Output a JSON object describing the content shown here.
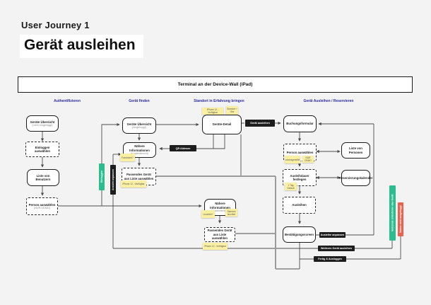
{
  "title": {
    "kicker": "User Journey 1",
    "heading": "Gerät ausleihen"
  },
  "frame": {
    "label": "Terminal an der Device-Wall (iPad)"
  },
  "columns": [
    {
      "label": "Authentifizieren"
    },
    {
      "label": "Gerät finden"
    },
    {
      "label": "Standort in Erfahrung bringen"
    },
    {
      "label": "Gerät Ausleihen / Reservieren"
    }
  ],
  "nodes": {
    "a1": {
      "l1": "Geräte Übersicht",
      "l2": "(nicht eingeloggt)"
    },
    "a2": {
      "l1": "Einloggen auswählen"
    },
    "a3": {
      "l1": "Liste von Benutzern"
    },
    "a4": {
      "l1": "Person auswählen",
      "l2": "(NUR DEMO)"
    },
    "b1": {
      "l1": "Geräte Übersicht",
      "l2": "(eingeloggt)"
    },
    "b2": {
      "l1": "Nähere Informationen",
      "l2": "(Kontextmenü)"
    },
    "b3": {
      "l1": "Passendes Gerät aus Liste auswählen"
    },
    "c1": {
      "l1": "Geräte-Detail"
    },
    "c2": {
      "l1": "Nähere Informationen",
      "l2": "(Kontextmenü)"
    },
    "c3": {
      "l1": "Passendes Gerät aus Liste auswählen"
    },
    "d1": {
      "l1": "Buchungsformular"
    },
    "d2": {
      "l1": "Person auswählen"
    },
    "d3": {
      "l1": "Ausleihdauer festlegen"
    },
    "d4": {
      "l1": "Ausleihen"
    },
    "d5": {
      "l1": "Bestätigungsscreen"
    },
    "e1": {
      "l1": "Liste von Personen"
    },
    "e2": {
      "l1": "Reservierungskalender"
    }
  },
  "badges": {
    "einloggen": "Einloggen",
    "ansicht_anpassen": "Ansicht anpassen",
    "qr_ablesen": "QR Ablesen",
    "geraet_ausleihen": "Gerät ausleihen",
    "ausleihe_anpassen": "Ausleihe anpassen",
    "weiteres_geraet": "Weiteres Gerät ausleihen",
    "fertig_ausloggen": "Fertig & Ausloggen",
    "geraet_entnehmen": "Nutzende entnehmen das Gerät",
    "ausgeloggt": "Nutzer wird ausgeloggt"
  },
  "stickies": {
    "c1a": "iPhone 12 - Verfügbar",
    "c1b": "Standort + Slot",
    "b2": "Favorisiert?",
    "b3": "iPhone 12 - Verfügbar",
    "c2a": "Leuchtet?",
    "c2b": "Standort leuchtet",
    "c3": "iPhone 12 - Verfügbar",
    "d2a": "vorausgewählt",
    "d2b": "NUR DEMO",
    "d3": "1 Tag Default"
  },
  "colors": {
    "background": "#f3f3f3",
    "node_border": "#1c1c1c",
    "badge_black": "#1d1d1d",
    "badge_green": "#2bbd8f",
    "badge_red": "#e8624d",
    "sticky_yellow": "#fbf0a2",
    "column_header_blue": "#2b2b9e",
    "connector": "#4d4d4d"
  }
}
